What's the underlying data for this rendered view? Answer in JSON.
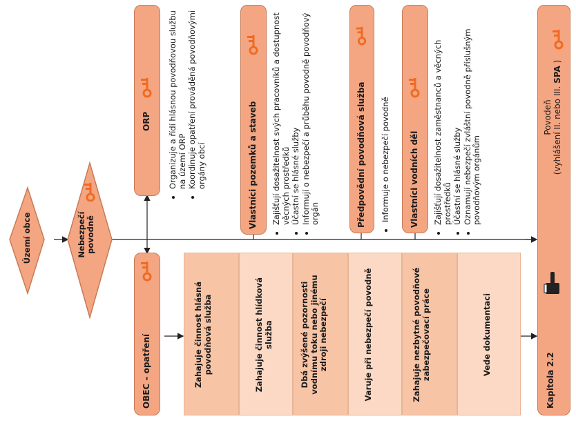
{
  "colors": {
    "accent": "#f08c5a",
    "fill_dark": "#f4a582",
    "fill_light": "#fbd9c4",
    "line": "#222222"
  },
  "territory": {
    "label": "Území obce"
  },
  "danger": {
    "label_line1": "Nebezpečí",
    "label_line2": "povodně"
  },
  "orp": {
    "title": "ORP",
    "items": [
      "Organizuje a řídí hlásnou povodňovou službu na území ORP",
      "Koordinuje opatření prováděná povodňovými orgány obcí"
    ]
  },
  "owners_land": {
    "title": "Vlastníci pozemků a staveb",
    "items": [
      "Zajišťují dosažitelnost svých pracovníků a dostupnost věcných prostředků",
      "Účastní se hlásné služby",
      "Informují o nebezpečí a průběhu povodně povodňový orgán"
    ]
  },
  "forecast": {
    "title": "Předpovědní povodňová služba",
    "items": [
      "Informuje o nebezpečí povodně"
    ]
  },
  "owners_water": {
    "title": "Vlastníci vodních děl",
    "items": [
      "Zajišťují dosažitelnost zaměstnanců a věcných prostředků",
      "Účastní se hlásné služby",
      "Oznamují nebezpečí zvláštní povodně příslušným povodňovým orgánům"
    ]
  },
  "obec": {
    "title": "OBEC – opatření"
  },
  "actions": [
    "Zahajuje činnost hlásná povodňová služba",
    "Zahajuje činnost hlídková služba",
    "Dbá zvýšené pozornosti vodnímu toku nebo jinému zdroji nebezpečí",
    "Varuje při nebezpečí povodně",
    "Zahajuje nezbytné povodňové zabezpečovací práce",
    "Vede dokumentaci"
  ],
  "chapter": {
    "label": "Kapitola 2.2",
    "flood_line1": "Povodeň",
    "flood_line2_prefix": "(vyhlášení II. nebo III. ",
    "flood_line2_bold": "SPA",
    "flood_line2_suffix": " )"
  },
  "icons": [
    "key-icon",
    "pointing-hand-icon"
  ]
}
